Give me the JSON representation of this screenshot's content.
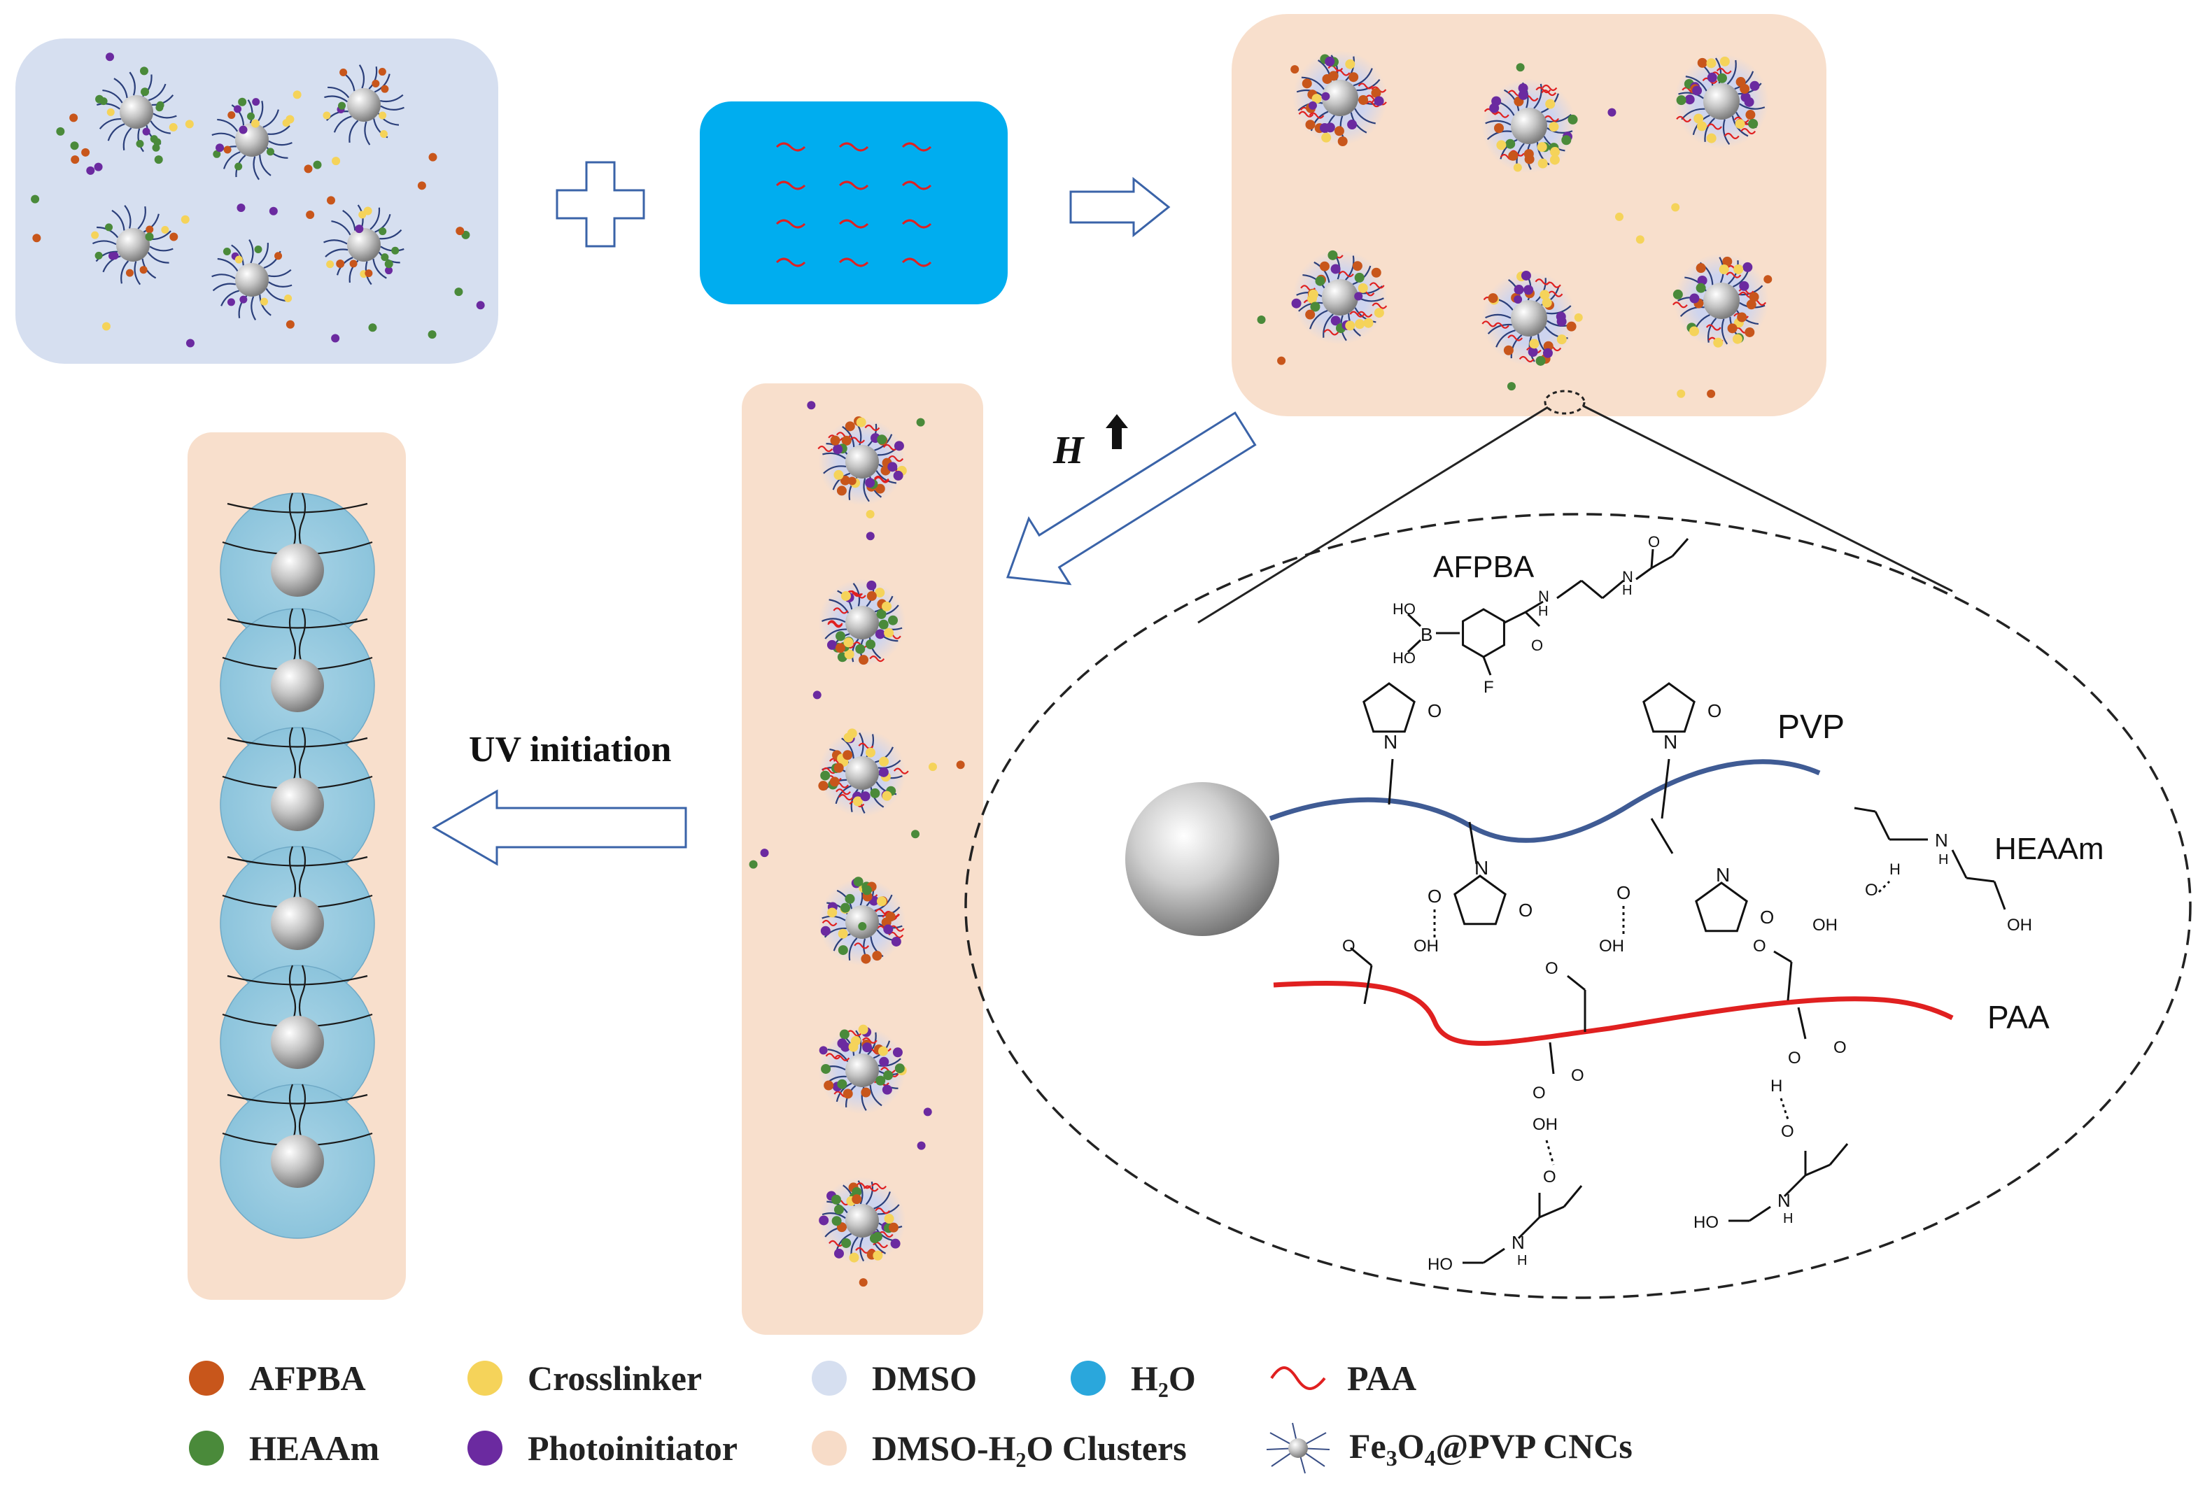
{
  "labels": {
    "h_field": "H",
    "uv_initiation": "UV initiation",
    "afpba_struct": "AFPBA",
    "pvp": "PVP",
    "heaam": "HEAAm",
    "paa": "PAA"
  },
  "atoms": {
    "o": "O",
    "oh": "OH",
    "ho": "HO",
    "n": "N",
    "h": "H",
    "b": "B",
    "f": "F"
  },
  "legend": [
    {
      "label": "AFPBA",
      "color": "#c8561b"
    },
    {
      "label": "Crosslinker",
      "color": "#f5d35a"
    },
    {
      "label": "DMSO",
      "color": "#d6dff0"
    },
    {
      "label": "H₂O",
      "color": "#2aa7dc"
    },
    {
      "label": "PAA",
      "color": "#e02020",
      "symbol": "wave"
    },
    {
      "label": "HEAAm",
      "color": "#4a8a3a"
    },
    {
      "label": "Photoinitiator",
      "color": "#6b2aa0"
    },
    {
      "label": "DMSO-H₂O Clusters",
      "color": "#f7dcc8"
    },
    {
      "label": "Fe₃O₄@PVP CNCs",
      "symbol": "cnc",
      "parts": [
        "Fe",
        "3",
        "O",
        "4",
        "@PVP CNCs"
      ]
    }
  ],
  "colors": {
    "dmso_bg": "#d6dff0",
    "cluster_bg": "#f8dfcc",
    "water": "#00adef",
    "afpba": "#c8561b",
    "heaam": "#4a8a3a",
    "crosslinker": "#f5d35a",
    "photoinitiator": "#6b2aa0",
    "paa": "#e02020",
    "pvp": "#2b4f90",
    "arrow": "#3a63a8"
  }
}
